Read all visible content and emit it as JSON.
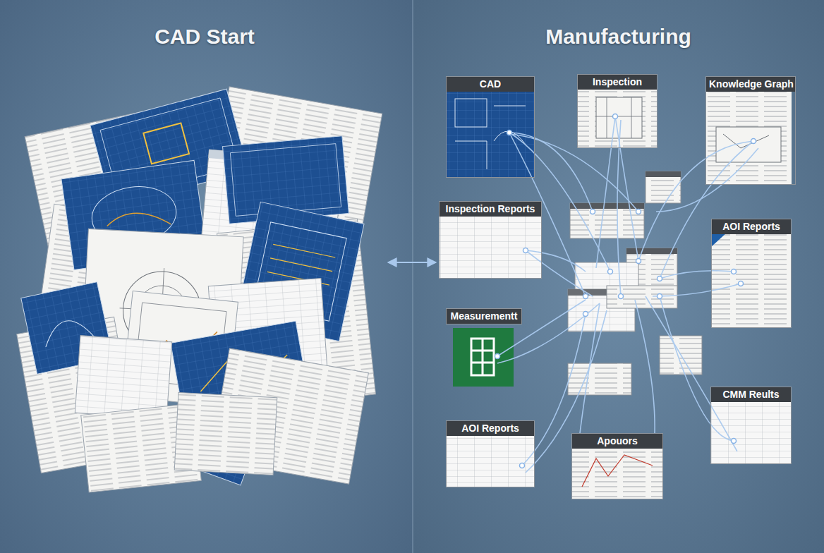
{
  "diagram": {
    "nodes": [
      {
        "text": [
          "CAD Start"
        ]
      },
      {
        "text": [
          "CAD"
        ]
      },
      {
        "text": [
          "Inspection"
        ]
      },
      {
        "text": [
          "Knowledge Graph"
        ]
      },
      {
        "text": [
          "Inspection Reports"
        ]
      },
      {
        "text": [
          "AOI Reports"
        ]
      },
      {
        "text": [
          "Measurementt"
        ]
      },
      {
        "text": [
          "AOI Reports"
        ]
      },
      {
        "text": [
          "Apouors"
        ]
      },
      {
        "text": [
          "CMM Reults"
        ]
      }
    ],
    "edges": [
      {
        "from": 0,
        "to": 4,
        "arrow": "both"
      }
    ],
    "labels": [
      "Manufacturing"
    ]
  }
}
